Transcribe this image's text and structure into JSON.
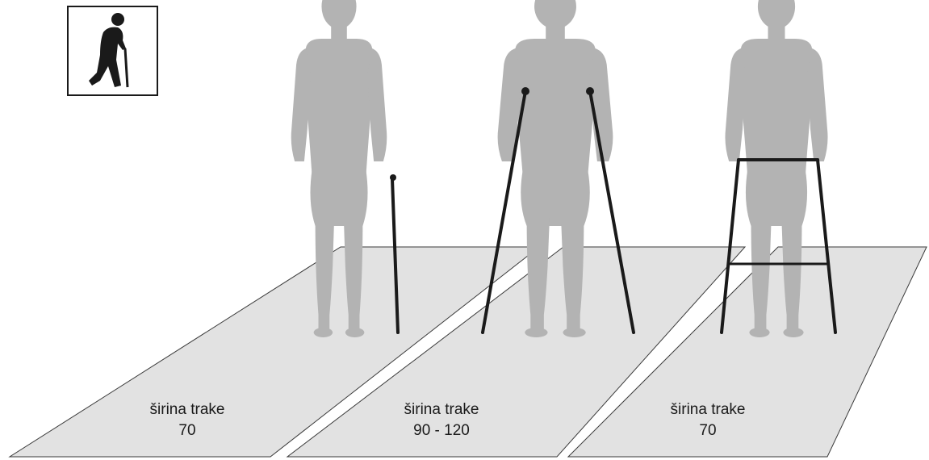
{
  "colors": {
    "background": "#ffffff",
    "lane_fill": "#e2e2e2",
    "lane_stroke": "#3a3a3a",
    "figure": "#b3b3b3",
    "aid": "#1a1a1a",
    "icon": "#1a1a1a"
  },
  "icon": {
    "name": "elderly-person-with-cane-icon"
  },
  "lanes": [
    {
      "label": "širina trake",
      "value": "70",
      "aid": "cane"
    },
    {
      "label": "širina trake",
      "value": "90 - 120",
      "aid": "crutches"
    },
    {
      "label": "širina trake",
      "value": "70",
      "aid": "walker"
    }
  ]
}
